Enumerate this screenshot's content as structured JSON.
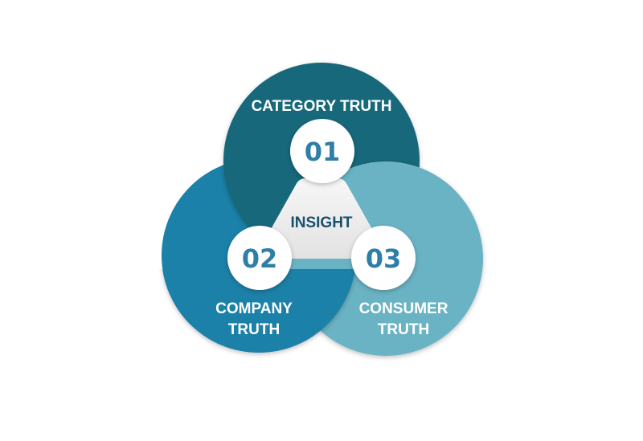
{
  "colors": {
    "category": "#17687a",
    "company": "#1b81a8",
    "consumer": "#6bb3c4",
    "number": "#2e7ea8",
    "center_text": "#1a4f6e"
  },
  "center": {
    "label": "INSIGHT"
  },
  "circles": [
    {
      "number": "01",
      "line1": "CATEGORY TRUTH",
      "line2": ""
    },
    {
      "number": "02",
      "line1": "COMPANY",
      "line2": "TRUTH"
    },
    {
      "number": "03",
      "line1": "CONSUMER",
      "line2": "TRUTH"
    }
  ]
}
